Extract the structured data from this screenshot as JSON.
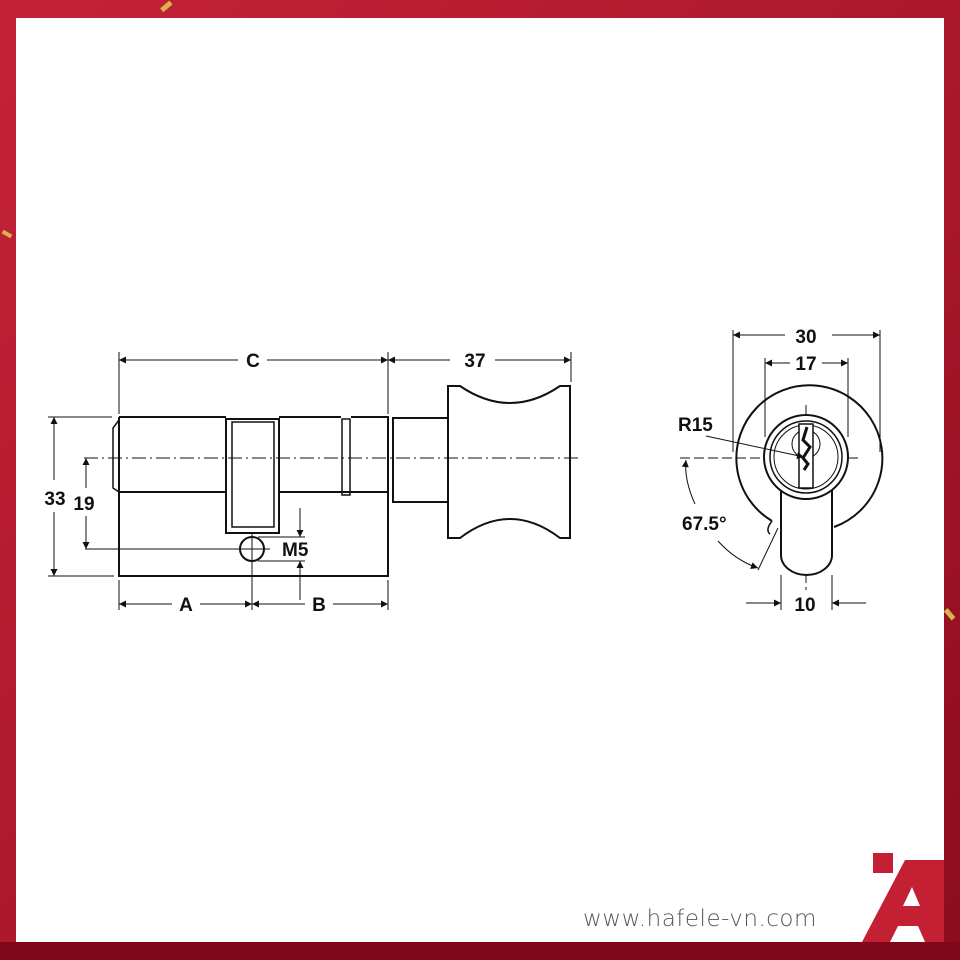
{
  "side_view": {
    "dimension_c": "C",
    "dimension_knob": "37",
    "dimension_height": "33",
    "dimension_center": "19",
    "dimension_screw": "M5",
    "dimension_a": "A",
    "dimension_b": "B"
  },
  "front_view": {
    "dimension_outer": "30",
    "dimension_inner": "17",
    "dimension_radius": "R15",
    "dimension_angle": "67.5°",
    "dimension_cam": "10"
  },
  "branding": {
    "website": "www.hafele-vn.com",
    "logo_color": "#c32034",
    "frame_color": "#b01c2e"
  }
}
